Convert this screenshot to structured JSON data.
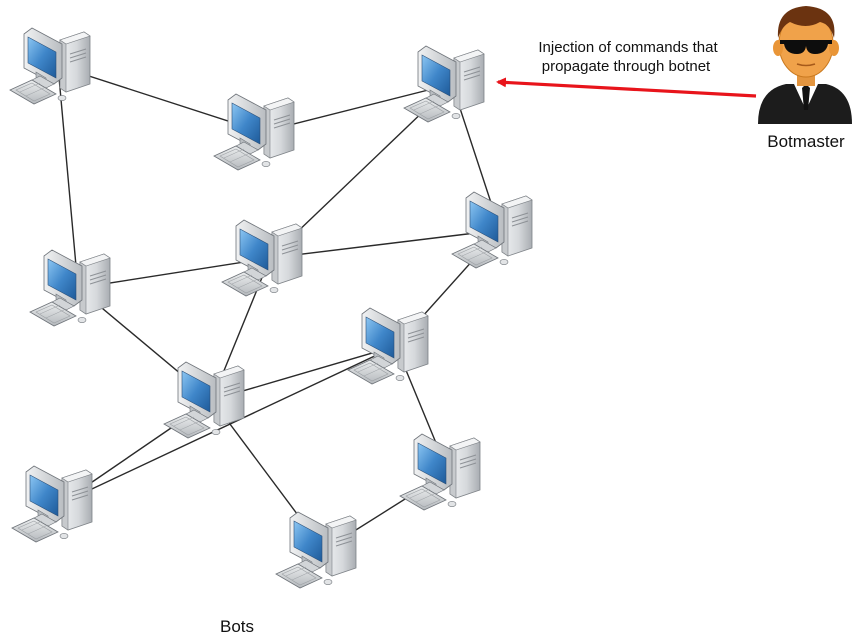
{
  "diagram": {
    "botmaster_label": "Botmaster",
    "command_annotation": {
      "line1": "Injection of commands that",
      "line2": "propagate through botnet"
    },
    "bots_label": "Bots",
    "colors": {
      "arrow": "#e8141b",
      "link": "#2a2a2a",
      "monitor_screen": "#3f86c9",
      "case": "#d5d7d9",
      "suit": "#1c1c1c",
      "skin": "#f0a24a"
    },
    "nodes": [
      {
        "id": "bot-1"
      },
      {
        "id": "bot-2"
      },
      {
        "id": "bot-3"
      },
      {
        "id": "bot-4"
      },
      {
        "id": "bot-5"
      },
      {
        "id": "bot-6"
      },
      {
        "id": "bot-7"
      },
      {
        "id": "bot-8"
      },
      {
        "id": "bot-9"
      },
      {
        "id": "bot-10"
      },
      {
        "id": "bot-11"
      }
    ],
    "edges": [
      [
        "bot-1",
        "bot-2"
      ],
      [
        "bot-1",
        "bot-5"
      ],
      [
        "bot-2",
        "bot-3"
      ],
      [
        "bot-3",
        "bot-4"
      ],
      [
        "bot-3",
        "bot-6"
      ],
      [
        "bot-5",
        "bot-6"
      ],
      [
        "bot-6",
        "bot-4"
      ],
      [
        "bot-5",
        "bot-8"
      ],
      [
        "bot-6",
        "bot-8"
      ],
      [
        "bot-4",
        "bot-7"
      ],
      [
        "bot-7",
        "bot-8"
      ],
      [
        "bot-7",
        "bot-10"
      ],
      [
        "bot-8",
        "bot-9"
      ],
      [
        "bot-9",
        "bot-7"
      ],
      [
        "bot-8",
        "bot-11"
      ],
      [
        "bot-11",
        "bot-10"
      ]
    ]
  }
}
